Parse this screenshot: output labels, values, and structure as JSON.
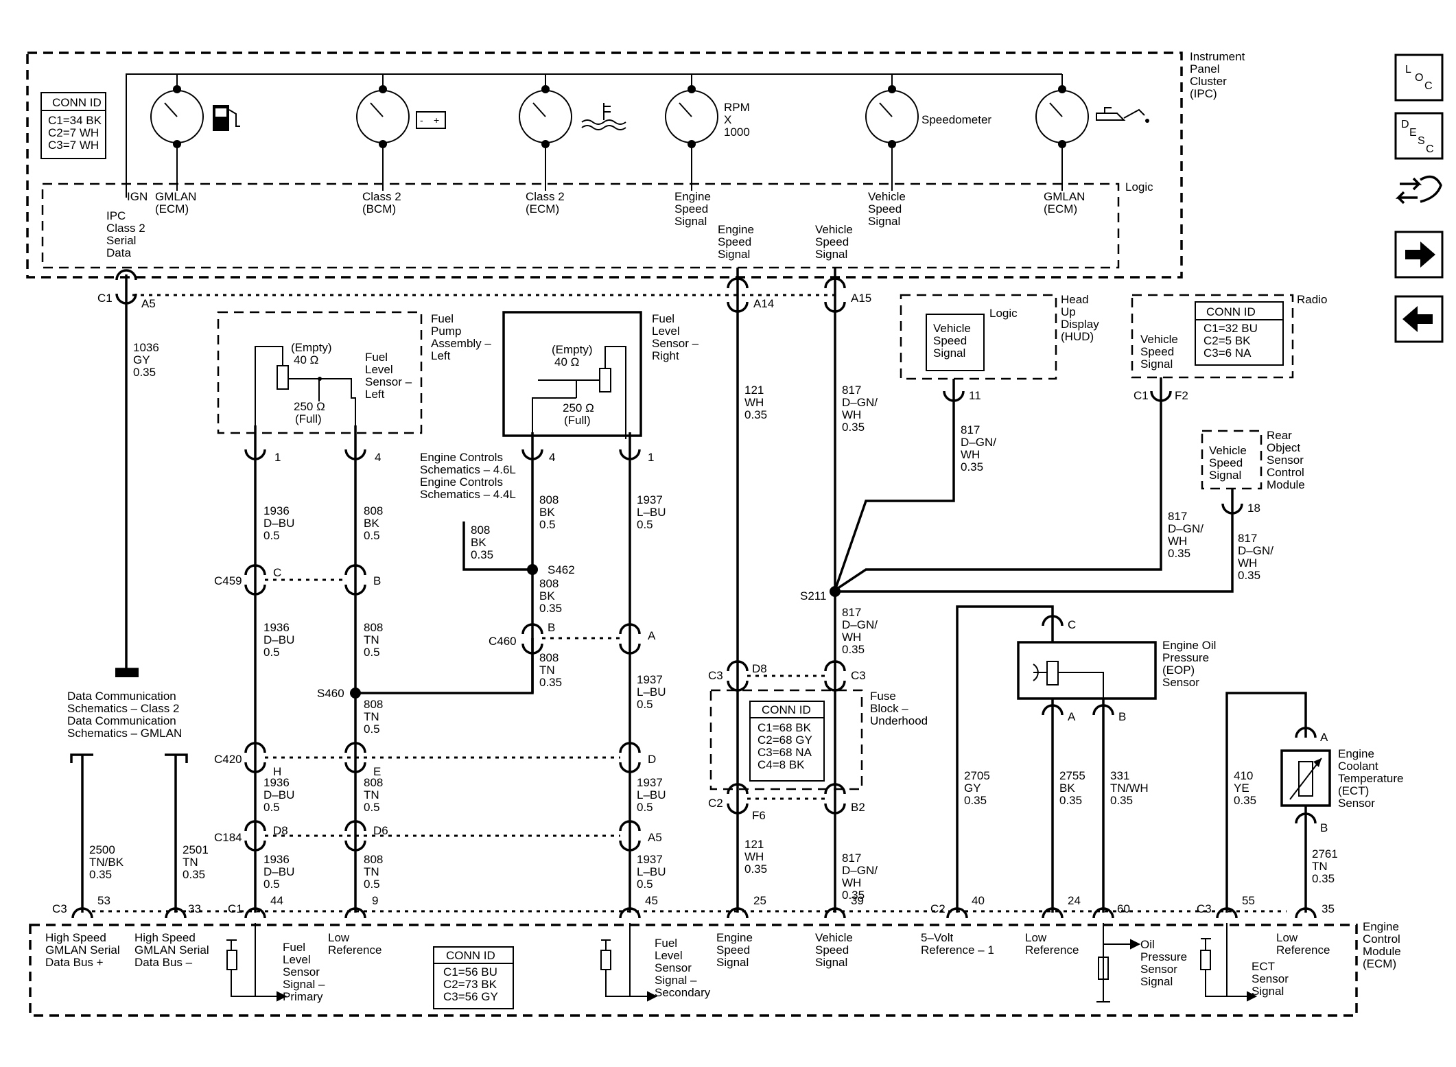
{
  "ipc": {
    "title": [
      "Instrument",
      "Panel",
      "Cluster",
      "(IPC)"
    ],
    "logic": "Logic",
    "conn_header": "CONN ID",
    "conn": [
      "C1=34 BK",
      "C2=7 WH",
      "C3=7 WH"
    ],
    "sig_ipc_class2": [
      "IPC",
      "Class 2",
      "Serial",
      "Data"
    ],
    "ign": "IGN",
    "gmlan_ecm_1": [
      "GMLAN",
      "(ECM)"
    ],
    "class2_bcm": [
      "Class 2",
      "(BCM)"
    ],
    "class2_ecm": [
      "Class 2",
      "(ECM)"
    ],
    "engine_speed_inner": [
      "Engine",
      "Speed",
      "Signal"
    ],
    "vehicle_speed_inner": [
      "Vehicle",
      "Speed",
      "Signal"
    ],
    "gmlan_ecm_2": [
      "GMLAN",
      "(ECM)"
    ],
    "engine_speed_out": [
      "Engine",
      "Speed",
      "Signal"
    ],
    "vehicle_speed_out": [
      "Vehicle",
      "Speed",
      "Signal"
    ],
    "rpm": [
      "RPM",
      "X",
      "1000"
    ],
    "speedometer": "Speedometer"
  },
  "connectors": {
    "c1": "C1",
    "a5": "A5",
    "a14": "A14",
    "a15": "A15"
  },
  "wires": {
    "w1036": [
      "1036",
      "GY",
      "0.35"
    ],
    "w121a": [
      "121",
      "WH",
      "0.35"
    ],
    "w817a": [
      "817",
      "D–GN/",
      "WH",
      "0.35"
    ],
    "w817b": [
      "817",
      "D–GN/",
      "WH",
      "0.35"
    ],
    "w817c": [
      "817",
      "D–GN/",
      "WH",
      "0.35"
    ],
    "w817d": [
      "817",
      "D–GN/",
      "WH",
      "0.35"
    ],
    "w817e": [
      "817",
      "D–GN/",
      "WH",
      "0.35"
    ],
    "w817f": [
      "817",
      "D–GN/",
      "WH",
      "0.35"
    ],
    "w121b": [
      "121",
      "WH",
      "0.35"
    ],
    "w1936a": [
      "1936",
      "D–BU",
      "0.5"
    ],
    "w1936b": [
      "1936",
      "D–BU",
      "0.5"
    ],
    "w1936c": [
      "1936",
      "D–BU",
      "0.5"
    ],
    "w1936d": [
      "1936",
      "D–BU",
      "0.5"
    ],
    "w808a": [
      "808",
      "BK",
      "0.5"
    ],
    "w808b": [
      "808",
      "TN",
      "0.5"
    ],
    "w808c": [
      "808",
      "TN",
      "0.5"
    ],
    "w808d": [
      "808",
      "TN",
      "0.5"
    ],
    "w808e": [
      "808",
      "TN",
      "0.5"
    ],
    "w808f": [
      "808",
      "BK",
      "0.5"
    ],
    "w808g": [
      "808",
      "BK",
      "0.35"
    ],
    "w808h": [
      "808",
      "BK",
      "0.35"
    ],
    "w808i": [
      "808",
      "TN",
      "0.35"
    ],
    "w1937a": [
      "1937",
      "L–BU",
      "0.5"
    ],
    "w1937b": [
      "1937",
      "L–BU",
      "0.5"
    ],
    "w1937c": [
      "1937",
      "L–BU",
      "0.5"
    ],
    "w1937d": [
      "1937",
      "L–BU",
      "0.5"
    ],
    "w2500": [
      "2500",
      "TN/BK",
      "0.35"
    ],
    "w2501": [
      "2501",
      "TN",
      "0.35"
    ],
    "w2705": [
      "2705",
      "GY",
      "0.35"
    ],
    "w2755": [
      "2755",
      "BK",
      "0.35"
    ],
    "w331": [
      "331",
      "TN/WH",
      "0.35"
    ],
    "w410": [
      "410",
      "YE",
      "0.35"
    ],
    "w2761": [
      "2761",
      "TN",
      "0.35"
    ]
  },
  "fuel_left": {
    "title": [
      "Fuel",
      "Pump",
      "Assembly –",
      "Left"
    ],
    "sensor": [
      "Fuel",
      "Level",
      "Sensor –",
      "Left"
    ],
    "empty": "(Empty)",
    "ohm40": "40 Ω",
    "ohm250": "250 Ω",
    "full": "(Full)",
    "pin1": "1",
    "pin4": "4"
  },
  "fuel_right": {
    "title": [
      "Fuel",
      "Level",
      "Sensor –",
      "Right"
    ],
    "empty": "(Empty)",
    "ohm40": "40 Ω",
    "ohm250": "250 Ω",
    "full": "(Full)",
    "pin4": "4",
    "pin1": "1"
  },
  "engine_controls_ref": [
    "Engine Controls",
    "Schematics – 4.6L",
    "Engine Controls",
    "Schematics – 4.4L"
  ],
  "splices": {
    "s462": "S462",
    "s460": "S460",
    "s211": "S211"
  },
  "c459": {
    "name": "C459",
    "c": "C",
    "b": "B"
  },
  "c460": {
    "name": "C460",
    "b": "B",
    "a": "A"
  },
  "c420": {
    "name": "C420",
    "h": "H",
    "e": "E",
    "d": "D"
  },
  "c184": {
    "name": "C184",
    "d8a": "D8",
    "d6": "D6",
    "a5": "A5"
  },
  "data_comm": [
    "Data Communication",
    "Schematics – Class 2",
    "Data Communication",
    "Schematics – GMLAN"
  ],
  "hud": {
    "logic": "Logic",
    "signal": [
      "Vehicle",
      "Speed",
      "Signal"
    ],
    "title": [
      "Head",
      "Up",
      "Display",
      "(HUD)"
    ],
    "pin": "11"
  },
  "radio": {
    "title": "Radio",
    "signal": [
      "Vehicle",
      "Speed",
      "Signal"
    ],
    "conn_header": "CONN ID",
    "conn": [
      "C1=32 BU",
      "C2=5 BK",
      "C3=6 NA"
    ],
    "c1": "C1",
    "f2": "F2"
  },
  "rear_object": {
    "signal": [
      "Vehicle",
      "Speed",
      "Signal"
    ],
    "title": [
      "Rear",
      "Object",
      "Sensor",
      "Control",
      "Module"
    ],
    "pin": "18"
  },
  "fuse_block": {
    "title": [
      "Fuse",
      "Block –",
      "Underhood"
    ],
    "conn_header": "CONN ID",
    "conn": [
      "C1=68 BK",
      "C2=68 GY",
      "C3=68 NA",
      "C4=8 BK"
    ],
    "c3a": "C3",
    "d8": "D8",
    "c3b": "C3",
    "c2": "C2",
    "f6": "F6",
    "b2": "B2"
  },
  "eop": {
    "title": [
      "Engine Oil",
      "Pressure",
      "(EOP)",
      "Sensor"
    ],
    "c": "C",
    "a": "A",
    "b": "B"
  },
  "ect": {
    "title": [
      "Engine",
      "Coolant",
      "Temperature",
      "(ECT)",
      "Sensor"
    ],
    "a": "A",
    "b": "B"
  },
  "ecm": {
    "title": [
      "Engine",
      "Control",
      "Module",
      "(ECM)"
    ],
    "conn_header": "CONN ID",
    "conn": [
      "C1=56 BU",
      "C2=73 BK",
      "C3=56 GY"
    ],
    "c3a": "C3",
    "p53": "53",
    "p33": "33",
    "c1": "C1",
    "p44": "44",
    "p9": "9",
    "p45": "45",
    "p25": "25",
    "p39": "39",
    "c2": "C2",
    "p40": "40",
    "p24": "24",
    "p60": "60",
    "c3b": "C3",
    "p55": "55",
    "p35": "35",
    "hs_plus": [
      "High Speed",
      "GMLAN Serial",
      "Data Bus +"
    ],
    "hs_minus": [
      "High Speed",
      "GMLAN Serial",
      "Data Bus –"
    ],
    "fuel_primary": [
      "Fuel",
      "Level",
      "Sensor",
      "Signal –",
      "Primary"
    ],
    "low_ref_1": [
      "Low",
      "Reference"
    ],
    "fuel_secondary": [
      "Fuel",
      "Level",
      "Sensor",
      "Signal –",
      "Secondary"
    ],
    "engine_speed": [
      "Engine",
      "Speed",
      "Signal"
    ],
    "vehicle_speed": [
      "Vehicle",
      "Speed",
      "Signal"
    ],
    "five_volt": [
      "5–Volt",
      "Reference – 1"
    ],
    "low_ref_2": [
      "Low",
      "Reference"
    ],
    "oil_pressure": [
      "Oil",
      "Pressure",
      "Sensor",
      "Signal"
    ],
    "low_ref_3": [
      "Low",
      "Reference"
    ],
    "ect_signal": [
      "ECT",
      "Sensor",
      "Signal"
    ]
  },
  "nav": {
    "loc": [
      "L",
      "O",
      "C"
    ],
    "desc": [
      "D",
      "E",
      "S",
      "C"
    ],
    "swap_icon": "component-swap-icon",
    "next_icon": "arrow-right-icon",
    "prev_icon": "arrow-left-icon"
  }
}
